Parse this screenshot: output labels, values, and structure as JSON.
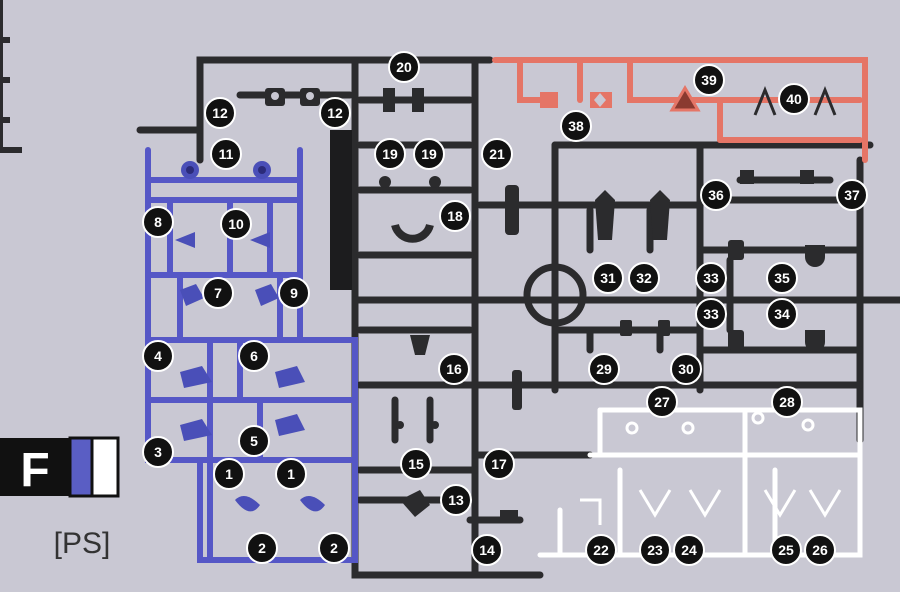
{
  "runner": {
    "letter": "F",
    "material": "[PS]",
    "swatch_colors": [
      "#5a5ec4",
      "#ffffff"
    ]
  },
  "colors": {
    "background": "#c9c8d3",
    "dark_runner": "#2b2b2d",
    "blue_runner": "#5557c6",
    "red_runner": "#e57566",
    "clear_runner": "#ffffff",
    "label_fill": "#111111",
    "label_text": "#ffffff"
  },
  "part_numbers": {
    "p1a": "1",
    "p1b": "1",
    "p2a": "2",
    "p2b": "2",
    "p3": "3",
    "p4": "4",
    "p5": "5",
    "p6": "6",
    "p7": "7",
    "p8": "8",
    "p9": "9",
    "p10": "10",
    "p11": "11",
    "p12a": "12",
    "p12b": "12",
    "p13": "13",
    "p14": "14",
    "p15": "15",
    "p16": "16",
    "p17": "17",
    "p18": "18",
    "p19a": "19",
    "p19b": "19",
    "p20": "20",
    "p21": "21",
    "p22": "22",
    "p23": "23",
    "p24": "24",
    "p25": "25",
    "p26": "26",
    "p27": "27",
    "p28": "28",
    "p29": "29",
    "p30": "30",
    "p31": "31",
    "p32": "32",
    "p33a": "33",
    "p33b": "33",
    "p34": "34",
    "p35": "35",
    "p36": "36",
    "p37": "37",
    "p38": "38",
    "p39": "39",
    "p40": "40"
  }
}
